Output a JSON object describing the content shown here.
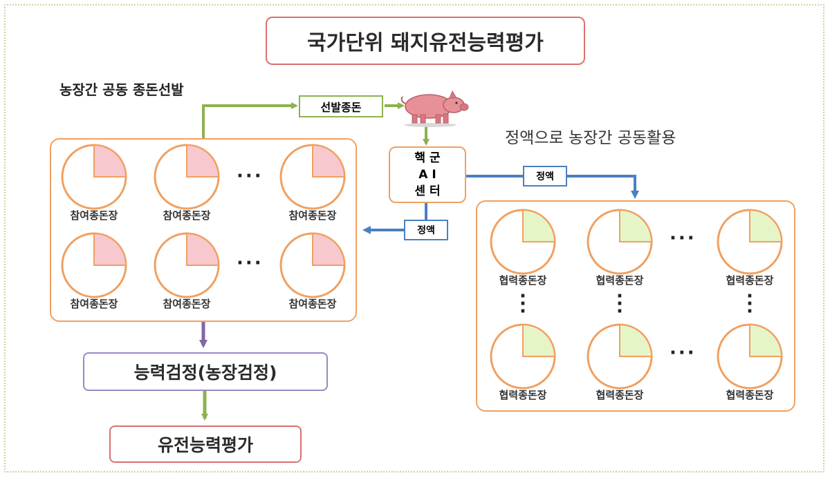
{
  "title": "국가단위 돼지유전능력평가",
  "left_section_label": "농장간 공동 종돈선발",
  "right_section_label": "정액으로 농장간 공동활용",
  "selected_boar_label": "선발종돈",
  "ai_center": {
    "line1": "핵 군",
    "line2": "A I",
    "line3": "센 터"
  },
  "semen_label_right": "정액",
  "semen_label_left": "정액",
  "participating_farms": [
    "참여종돈장",
    "참여종돈장",
    "참여종돈장",
    "참여종돈장",
    "참여종돈장",
    "참여종돈장"
  ],
  "cooperating_farms": [
    "협력종돈장",
    "협력종돈장",
    "협력종돈장",
    "협력종돈장",
    "협력종돈장",
    "협력종돈장"
  ],
  "ellipsis": "···",
  "performance_test": "능력검정(농장검정)",
  "genetic_evaluation": "유전능력평가",
  "colors": {
    "title_border": "#d9706f",
    "group_border": "#f0a060",
    "green_arrow": "#8db14f",
    "blue_arrow": "#4a7fc1",
    "purple_arrow": "#8466a8",
    "pink_fill": "#f8c8cf",
    "lightgreen_fill": "#e6f5c8"
  },
  "icons": {
    "pig": "pig-icon"
  }
}
